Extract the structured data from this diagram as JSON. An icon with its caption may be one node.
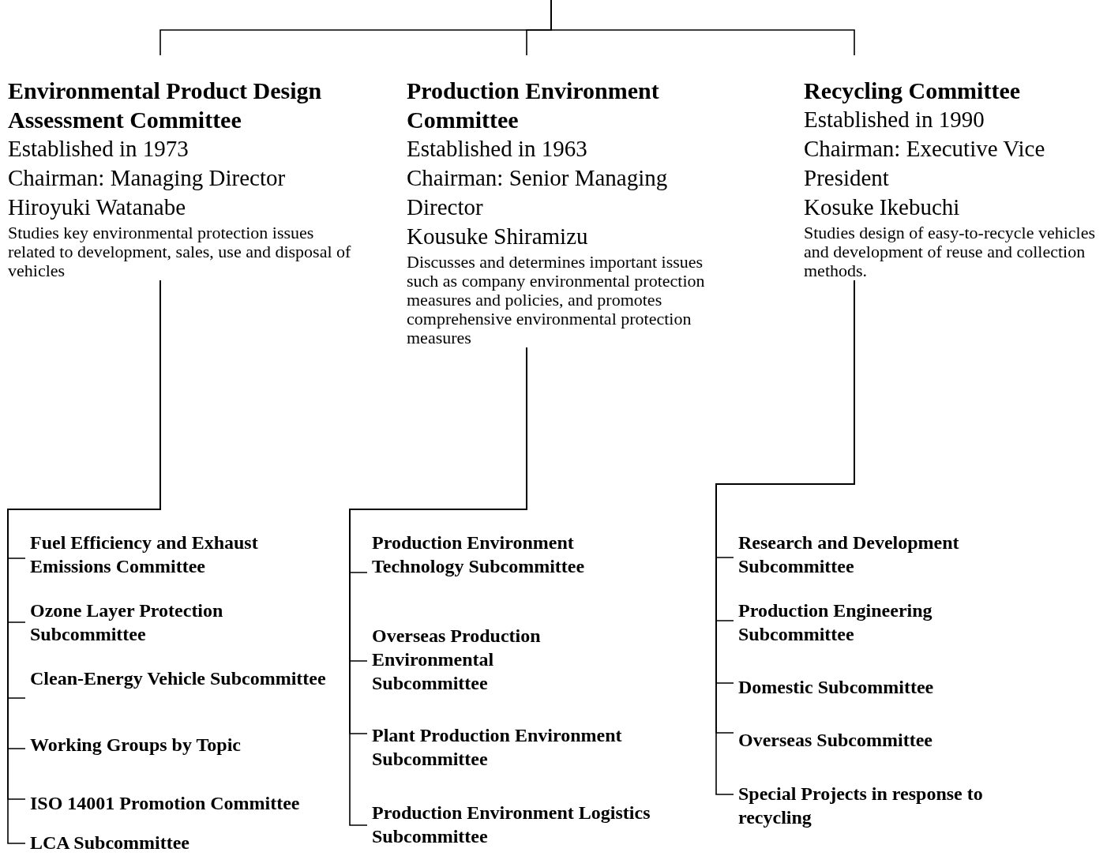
{
  "diagram": {
    "nodes": [
      {
        "text": [
          "Environmental Product Design Assessment Committee",
          "Established in 1973",
          "Chairman: Managing Director",
          "Hiroyuki Watanabe",
          "Studies key environmental protection issues related to development, sales, use and disposal of vehicles"
        ]
      },
      {
        "text": [
          "Production Environment Committee",
          "Established in 1963",
          "Chairman: Senior Managing Director",
          "Kousuke Shiramizu",
          "Discusses and determines important issues such as company environmental protection measures and policies, and promotes comprehensive environmental protection measures"
        ]
      },
      {
        "text": [
          "Recycling Committee",
          "Established in 1990",
          "Chairman: Executive Vice President",
          "Kosuke Ikebuchi",
          "Studies design of easy-to-recycle vehicles and development of reuse and collection methods."
        ]
      },
      {
        "text": [
          "Fuel Efficiency and Exhaust Emissions Committee"
        ]
      },
      {
        "text": [
          "Ozone Layer Protection Subcommittee"
        ]
      },
      {
        "text": [
          "Clean-Energy Vehicle Subcommittee"
        ]
      },
      {
        "text": [
          "Working Groups by Topic"
        ]
      },
      {
        "text": [
          "ISO 14001 Promotion Committee"
        ]
      },
      {
        "text": [
          "LCA Subcommittee"
        ]
      },
      {
        "text": [
          "Production Environment Technology Subcommittee"
        ]
      },
      {
        "text": [
          "Overseas Production Environmental Subcommittee"
        ]
      },
      {
        "text": [
          "Plant Production Environment Subcommittee"
        ]
      },
      {
        "text": [
          "Production Environment Logistics Subcommittee"
        ]
      },
      {
        "text": [
          "Research and Development Subcommittee"
        ]
      },
      {
        "text": [
          "Production Engineering Subcommittee"
        ]
      },
      {
        "text": [
          "Domestic Subcommittee"
        ]
      },
      {
        "text": [
          "Overseas Subcommittee"
        ]
      },
      {
        "text": [
          "Special Projects in response to recycling"
        ]
      }
    ],
    "edges": [
      {
        "from": null,
        "to": 0,
        "arrow": "none"
      },
      {
        "from": null,
        "to": 1,
        "arrow": "none"
      },
      {
        "from": null,
        "to": 2,
        "arrow": "none"
      },
      {
        "from": 0,
        "to": 3,
        "arrow": "none"
      },
      {
        "from": 0,
        "to": 4,
        "arrow": "none"
      },
      {
        "from": 0,
        "to": 5,
        "arrow": "none"
      },
      {
        "from": 0,
        "to": 6,
        "arrow": "none"
      },
      {
        "from": 0,
        "to": 7,
        "arrow": "none"
      },
      {
        "from": 0,
        "to": 8,
        "arrow": "none"
      },
      {
        "from": 1,
        "to": 9,
        "arrow": "none"
      },
      {
        "from": 1,
        "to": 10,
        "arrow": "none"
      },
      {
        "from": 1,
        "to": 11,
        "arrow": "none"
      },
      {
        "from": 1,
        "to": 12,
        "arrow": "none"
      },
      {
        "from": 2,
        "to": 13,
        "arrow": "none"
      },
      {
        "from": 2,
        "to": 14,
        "arrow": "none"
      },
      {
        "from": 2,
        "to": 15,
        "arrow": "none"
      },
      {
        "from": 2,
        "to": 16,
        "arrow": "none"
      },
      {
        "from": 2,
        "to": 17,
        "arrow": "none"
      }
    ]
  }
}
